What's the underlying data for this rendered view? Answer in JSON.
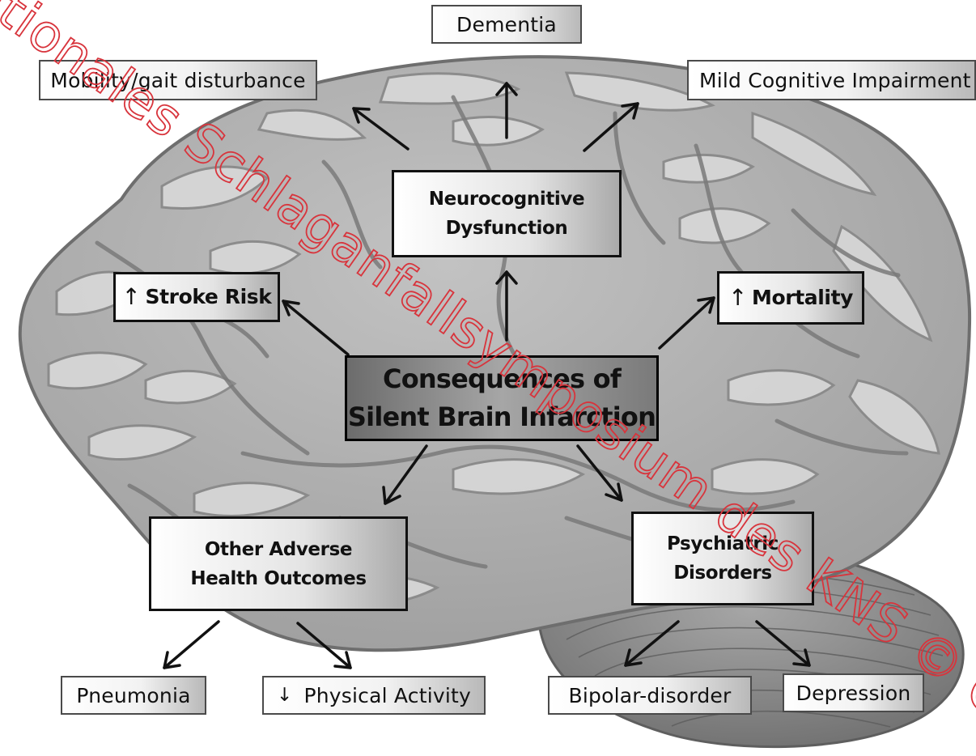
{
  "center": {
    "line1": "Consequences of",
    "line2": "Silent Brain Infarction"
  },
  "neurocognitive": {
    "line1": "Neurocognitive",
    "line2": "Dysfunction"
  },
  "stroke_risk": {
    "arrow": "↑",
    "label": "Stroke Risk"
  },
  "mortality": {
    "arrow": "↑",
    "label": "Mortality"
  },
  "other_adverse": {
    "line1": "Other Adverse",
    "line2": "Health Outcomes"
  },
  "psychiatric": {
    "line1": "Psychiatric",
    "line2": "Disorders"
  },
  "outcomes": {
    "dementia": "Dementia",
    "mobility": "Mobility/gait disturbance",
    "mci": "Mild Cognitive Impairment",
    "pneumonia": "Pneumonia",
    "physical_activity_arrow": "↓",
    "physical_activity": "Physical Activity",
    "bipolar": "Bipolar-disorder",
    "depression": "Depression"
  },
  "watermark": "ationales Schlaganfallsymposium des KNS © Christian Hans Nolte",
  "colors": {
    "brain_fill": "#b2b2b2",
    "brain_sulci": "#8c8c8c",
    "brain_highlight": "#d4d4d4",
    "cerebellum_fill": "#8e8e8e",
    "watermark": "#d8343c"
  }
}
